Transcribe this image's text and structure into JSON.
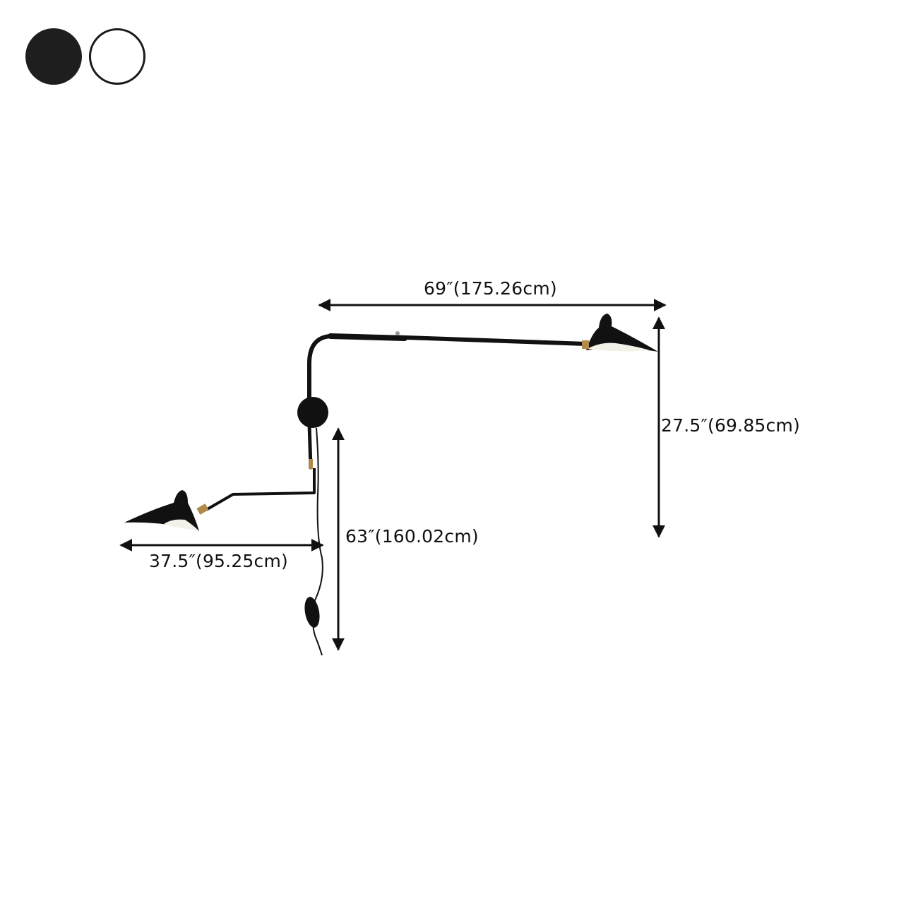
{
  "colors": {
    "finish_options": [
      "#1e1e1e",
      "#ffffff"
    ],
    "lamp_body": "#111111",
    "brass_accent": "#b08a4a",
    "shade_inner": "#f4f1e8",
    "line": "#111111"
  },
  "finish_options": [
    {
      "name": "black"
    },
    {
      "name": "white"
    }
  ],
  "dimensions": {
    "total_width": "69″(175.26cm)",
    "right_drop": "27.5″(69.85cm)",
    "total_height": "63″(160.02cm)",
    "left_arm_width": "37.5″(95.25cm)"
  }
}
